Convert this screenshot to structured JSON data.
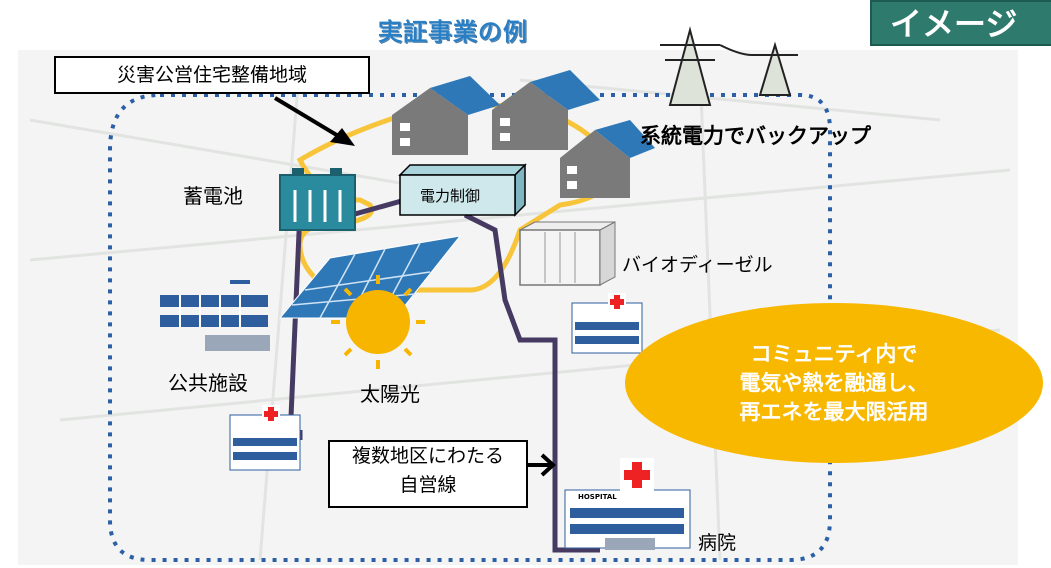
{
  "header": {
    "title": "実証事業の例",
    "badge": "イメージ"
  },
  "labels": {
    "area": "災害公営住宅整備地域",
    "grid_backup": "系統電力でバックアップ",
    "battery": "蓄電池",
    "power_control": "電力制御",
    "biodiesel": "バイオディーゼル",
    "public_facility": "公共施設",
    "solar": "太陽光",
    "private_line_1": "複数地区にわたる",
    "private_line_2": "自営線",
    "hospital": "病院",
    "hospital_sign": "HOSPITAL"
  },
  "bubble": {
    "line1": "コミュニティ内で",
    "line2": "電気や熱を融通し、",
    "line3": "再エネを最大限活用"
  },
  "colors": {
    "network_line": "#463a63",
    "yellow_line": "#f7c43a",
    "dotted_border": "#2b5fa6",
    "bubble": "#f9b800",
    "badge": "#2e7a6c",
    "battery": "#2a8a9e",
    "solar_panel": "#2f78b8",
    "sun": "#f7b500"
  }
}
